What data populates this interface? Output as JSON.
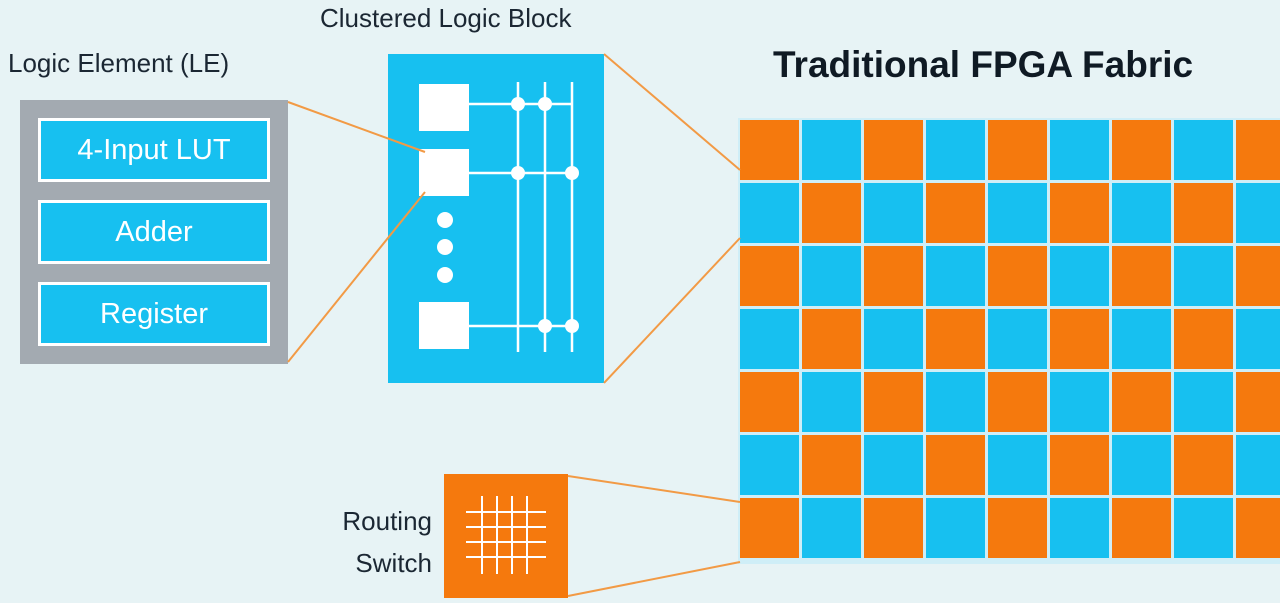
{
  "logic_element": {
    "title": "Logic Element (LE)",
    "items": [
      "4-Input LUT",
      "Adder",
      "Register"
    ]
  },
  "clustered_block": {
    "title": "Clustered Logic Block"
  },
  "fabric": {
    "title": "Traditional FPGA Fabric",
    "rows": 7,
    "cols": 9,
    "colors": {
      "logic": "#f5790d",
      "routing": "#17c0f0"
    }
  },
  "routing_switch": {
    "label_line1": "Routing",
    "label_line2": "Switch"
  },
  "colors": {
    "background": "#e7f3f5",
    "connector": "#f29a45",
    "le_frame": "#a3aab1"
  }
}
